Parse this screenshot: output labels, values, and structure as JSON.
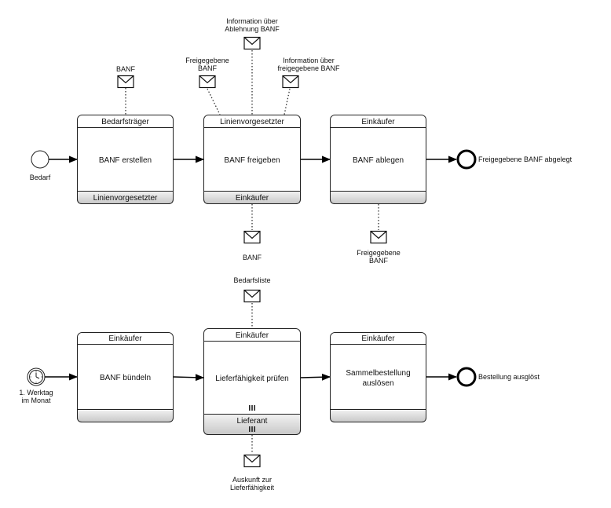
{
  "process1": {
    "start_label": "Bedarf",
    "end_label": "Freigegebene BANF abgelegt",
    "tasks": [
      {
        "initiator": "Bedarfsträger",
        "name": "BANF erstellen",
        "participant": "Linienvorgesetzter"
      },
      {
        "initiator": "Linienvorgesetzter",
        "name": "BANF freigeben",
        "participant": "Einkäufer"
      },
      {
        "initiator": "Einkäufer",
        "name": "BANF ablegen",
        "participant": ""
      }
    ],
    "messages": {
      "banf_in": "BANF",
      "freigegebene_in": [
        "Freigegebene",
        "BANF"
      ],
      "ablehnung": [
        "Information über",
        "Ablehnung BANF"
      ],
      "info_freigegebene": [
        "Information über",
        "freigegebene BANF"
      ],
      "banf_out": "BANF",
      "freigegebene_out": [
        "Freigegebene",
        "BANF"
      ]
    }
  },
  "process2": {
    "start_label": [
      "1. Werktag",
      "im Monat"
    ],
    "end_label": "Bestellung ausglöst",
    "tasks": [
      {
        "initiator": "Einkäufer",
        "name": "BANF bündeln",
        "participant": ""
      },
      {
        "initiator": "Einkäufer",
        "name": "Lieferfähigkeit prüfen",
        "participant": "Lieferant"
      },
      {
        "initiator": "Einkäufer",
        "name": [
          "Sammelbestellung",
          "auslösen"
        ],
        "participant": ""
      }
    ],
    "messages": {
      "bedarfsliste": "Bedarfsliste",
      "auskunft": [
        "Auskunft zur",
        "Lieferfähigkeit"
      ]
    }
  }
}
